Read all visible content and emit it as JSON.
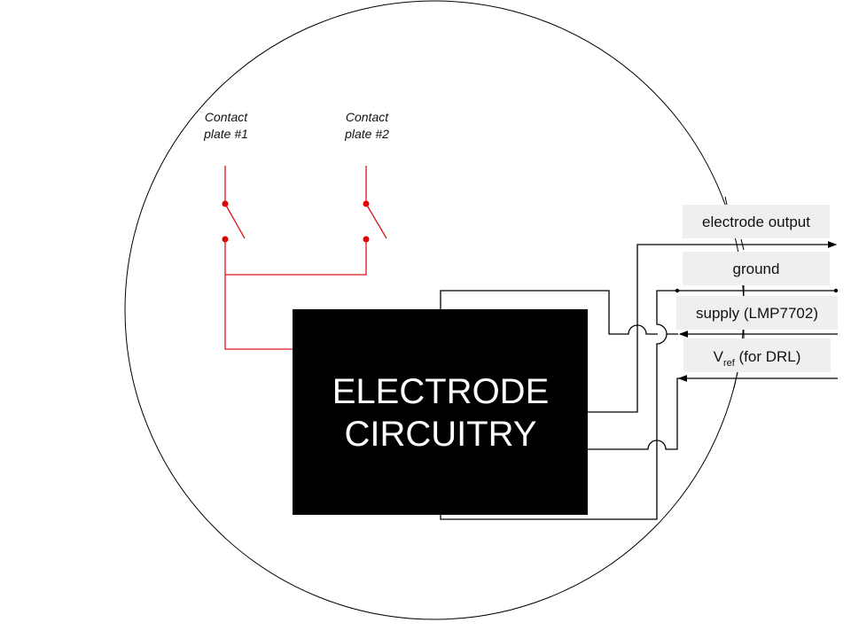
{
  "diagram": {
    "colors": {
      "switch_wire": "#d9141a",
      "block_fill": "#000000",
      "block_text": "#ffffff",
      "label_box": "#efefef",
      "wire": "#000000",
      "enclosure": "#000000"
    },
    "contact_plates": [
      {
        "line1": "Contact",
        "line2": "plate #1"
      },
      {
        "line1": "Contact",
        "line2": "plate #2"
      }
    ],
    "block": {
      "line1": "ELECTRODE",
      "line2": "CIRCUITRY"
    },
    "signals": [
      {
        "id": "electrode-output",
        "label": "electrode output",
        "direction": "out"
      },
      {
        "id": "ground",
        "label": "ground",
        "direction": "bidirectional"
      },
      {
        "id": "supply",
        "label": "supply (LMP7702)",
        "direction": "in"
      },
      {
        "id": "vref",
        "label_main": "V",
        "label_sub": "ref",
        "label_rest": " (for DRL)",
        "direction": "in"
      }
    ]
  }
}
